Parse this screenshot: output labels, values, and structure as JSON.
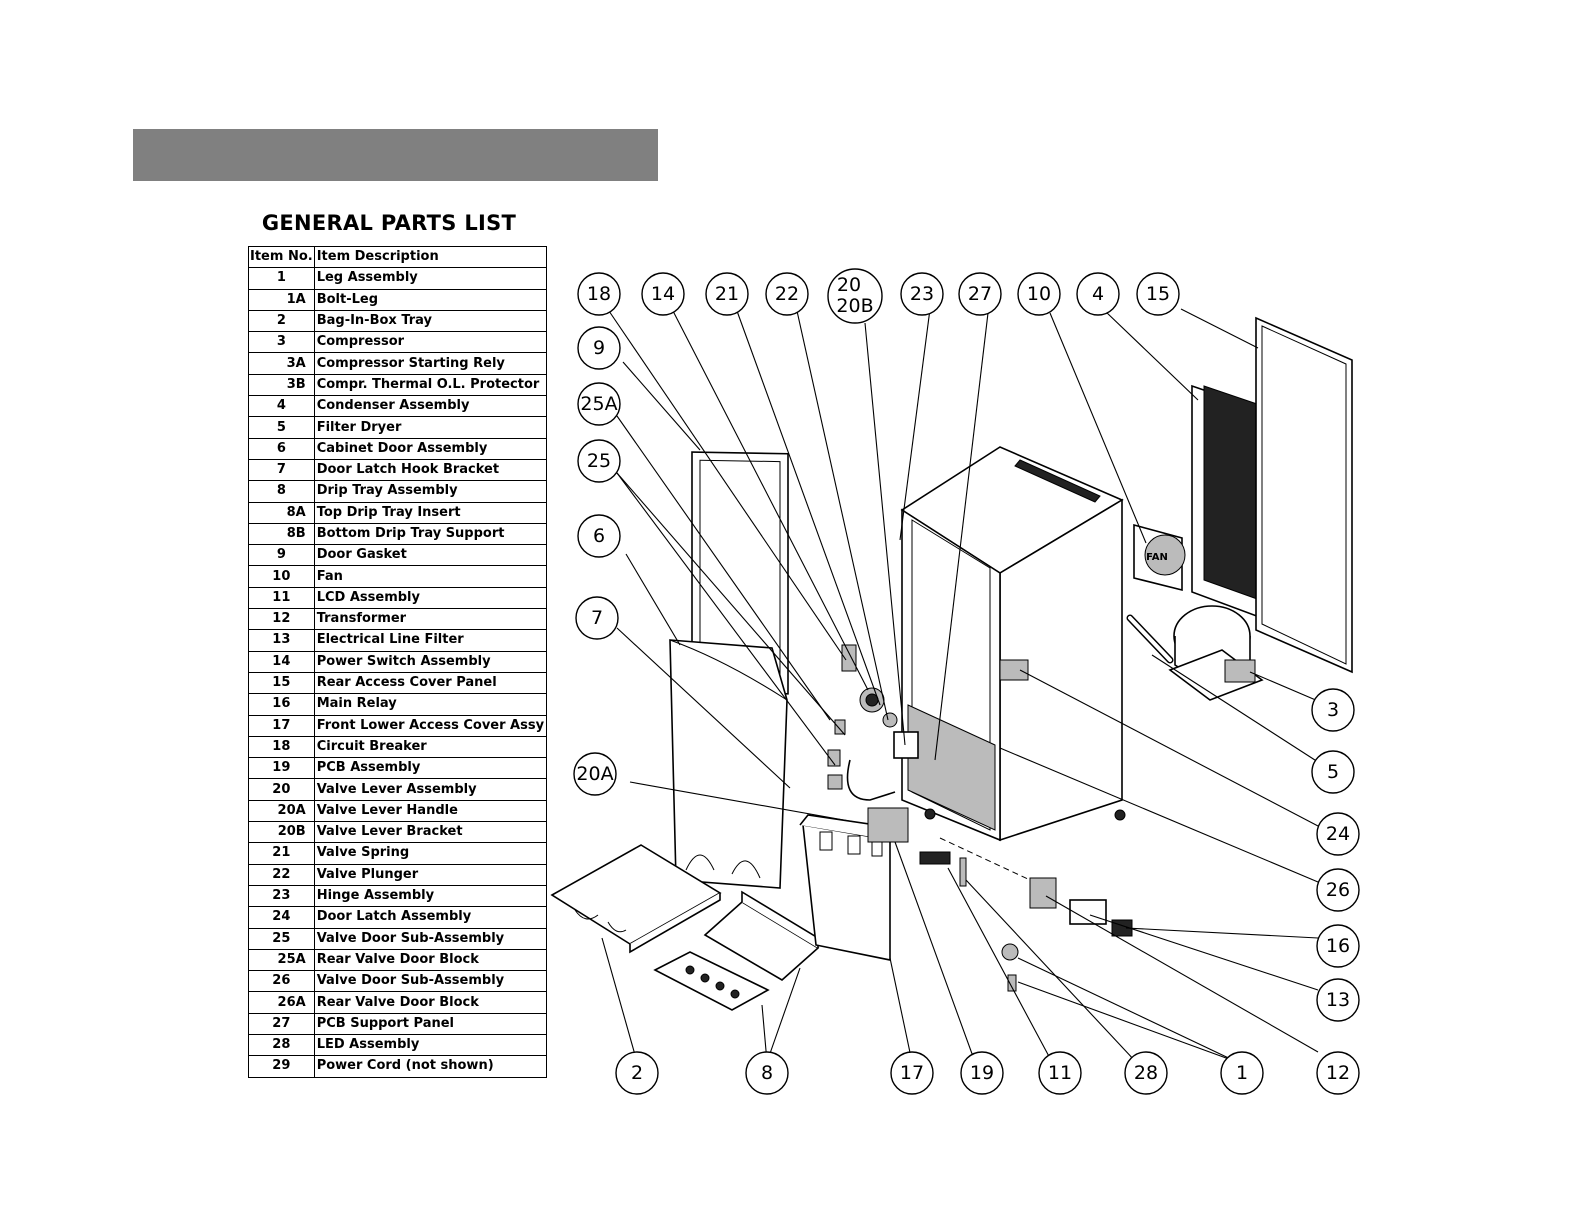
{
  "parts_list": {
    "title": "GENERAL PARTS LIST",
    "header_item_no": "Item No.",
    "header_item_desc": "Item Description",
    "rows": [
      {
        "no": "1",
        "desc": "Leg Assembly"
      },
      {
        "no": "1A",
        "desc": "Bolt-Leg"
      },
      {
        "no": "2",
        "desc": "Bag-In-Box Tray"
      },
      {
        "no": "3",
        "desc": "Compressor"
      },
      {
        "no": "3A",
        "desc": "Compressor Starting Rely"
      },
      {
        "no": "3B",
        "desc": "Compr. Thermal O.L. Protector"
      },
      {
        "no": "4",
        "desc": "Condenser Assembly"
      },
      {
        "no": "5",
        "desc": "Filter Dryer"
      },
      {
        "no": "6",
        "desc": "Cabinet Door Assembly"
      },
      {
        "no": "7",
        "desc": "Door Latch Hook Bracket"
      },
      {
        "no": "8",
        "desc": "Drip Tray Assembly"
      },
      {
        "no": "8A",
        "desc": "Top Drip Tray Insert"
      },
      {
        "no": "8B",
        "desc": "Bottom Drip Tray Support"
      },
      {
        "no": "9",
        "desc": "Door Gasket"
      },
      {
        "no": "10",
        "desc": "Fan"
      },
      {
        "no": "11",
        "desc": "LCD Assembly"
      },
      {
        "no": "12",
        "desc": "Transformer"
      },
      {
        "no": "13",
        "desc": "Electrical Line Filter"
      },
      {
        "no": "14",
        "desc": "Power Switch Assembly"
      },
      {
        "no": "15",
        "desc": "Rear Access Cover Panel"
      },
      {
        "no": "16",
        "desc": "Main Relay"
      },
      {
        "no": "17",
        "desc": "Front Lower Access Cover Assy"
      },
      {
        "no": "18",
        "desc": "Circuit Breaker"
      },
      {
        "no": "19",
        "desc": "PCB Assembly"
      },
      {
        "no": "20",
        "desc": "Valve Lever Assembly"
      },
      {
        "no": "20A",
        "desc": "Valve Lever Handle"
      },
      {
        "no": "20B",
        "desc": "Valve Lever Bracket"
      },
      {
        "no": "21",
        "desc": "Valve Spring"
      },
      {
        "no": "22",
        "desc": "Valve Plunger"
      },
      {
        "no": "23",
        "desc": "Hinge Assembly"
      },
      {
        "no": "24",
        "desc": "Door Latch Assembly"
      },
      {
        "no": "25",
        "desc": "Valve Door Sub-Assembly"
      },
      {
        "no": "25A",
        "desc": "Rear Valve Door Block"
      },
      {
        "no": "26",
        "desc": "Valve Door Sub-Assembly"
      },
      {
        "no": "26A",
        "desc": "Rear Valve Door Block"
      },
      {
        "no": "27",
        "desc": "PCB Support Panel"
      },
      {
        "no": "28",
        "desc": "LED Assembly"
      },
      {
        "no": "29",
        "desc": "Power Cord (not shown)"
      }
    ]
  },
  "diagram": {
    "callouts": [
      "18",
      "14",
      "21",
      "22",
      "20 20B",
      "23",
      "27",
      "10",
      "4",
      "15",
      "9",
      "25A",
      "25",
      "6",
      "7",
      "20A",
      "3",
      "5",
      "24",
      "26",
      "16",
      "13",
      "2",
      "8",
      "17",
      "19",
      "11",
      "28",
      "1",
      "12"
    ],
    "fan_label": "FAN"
  }
}
